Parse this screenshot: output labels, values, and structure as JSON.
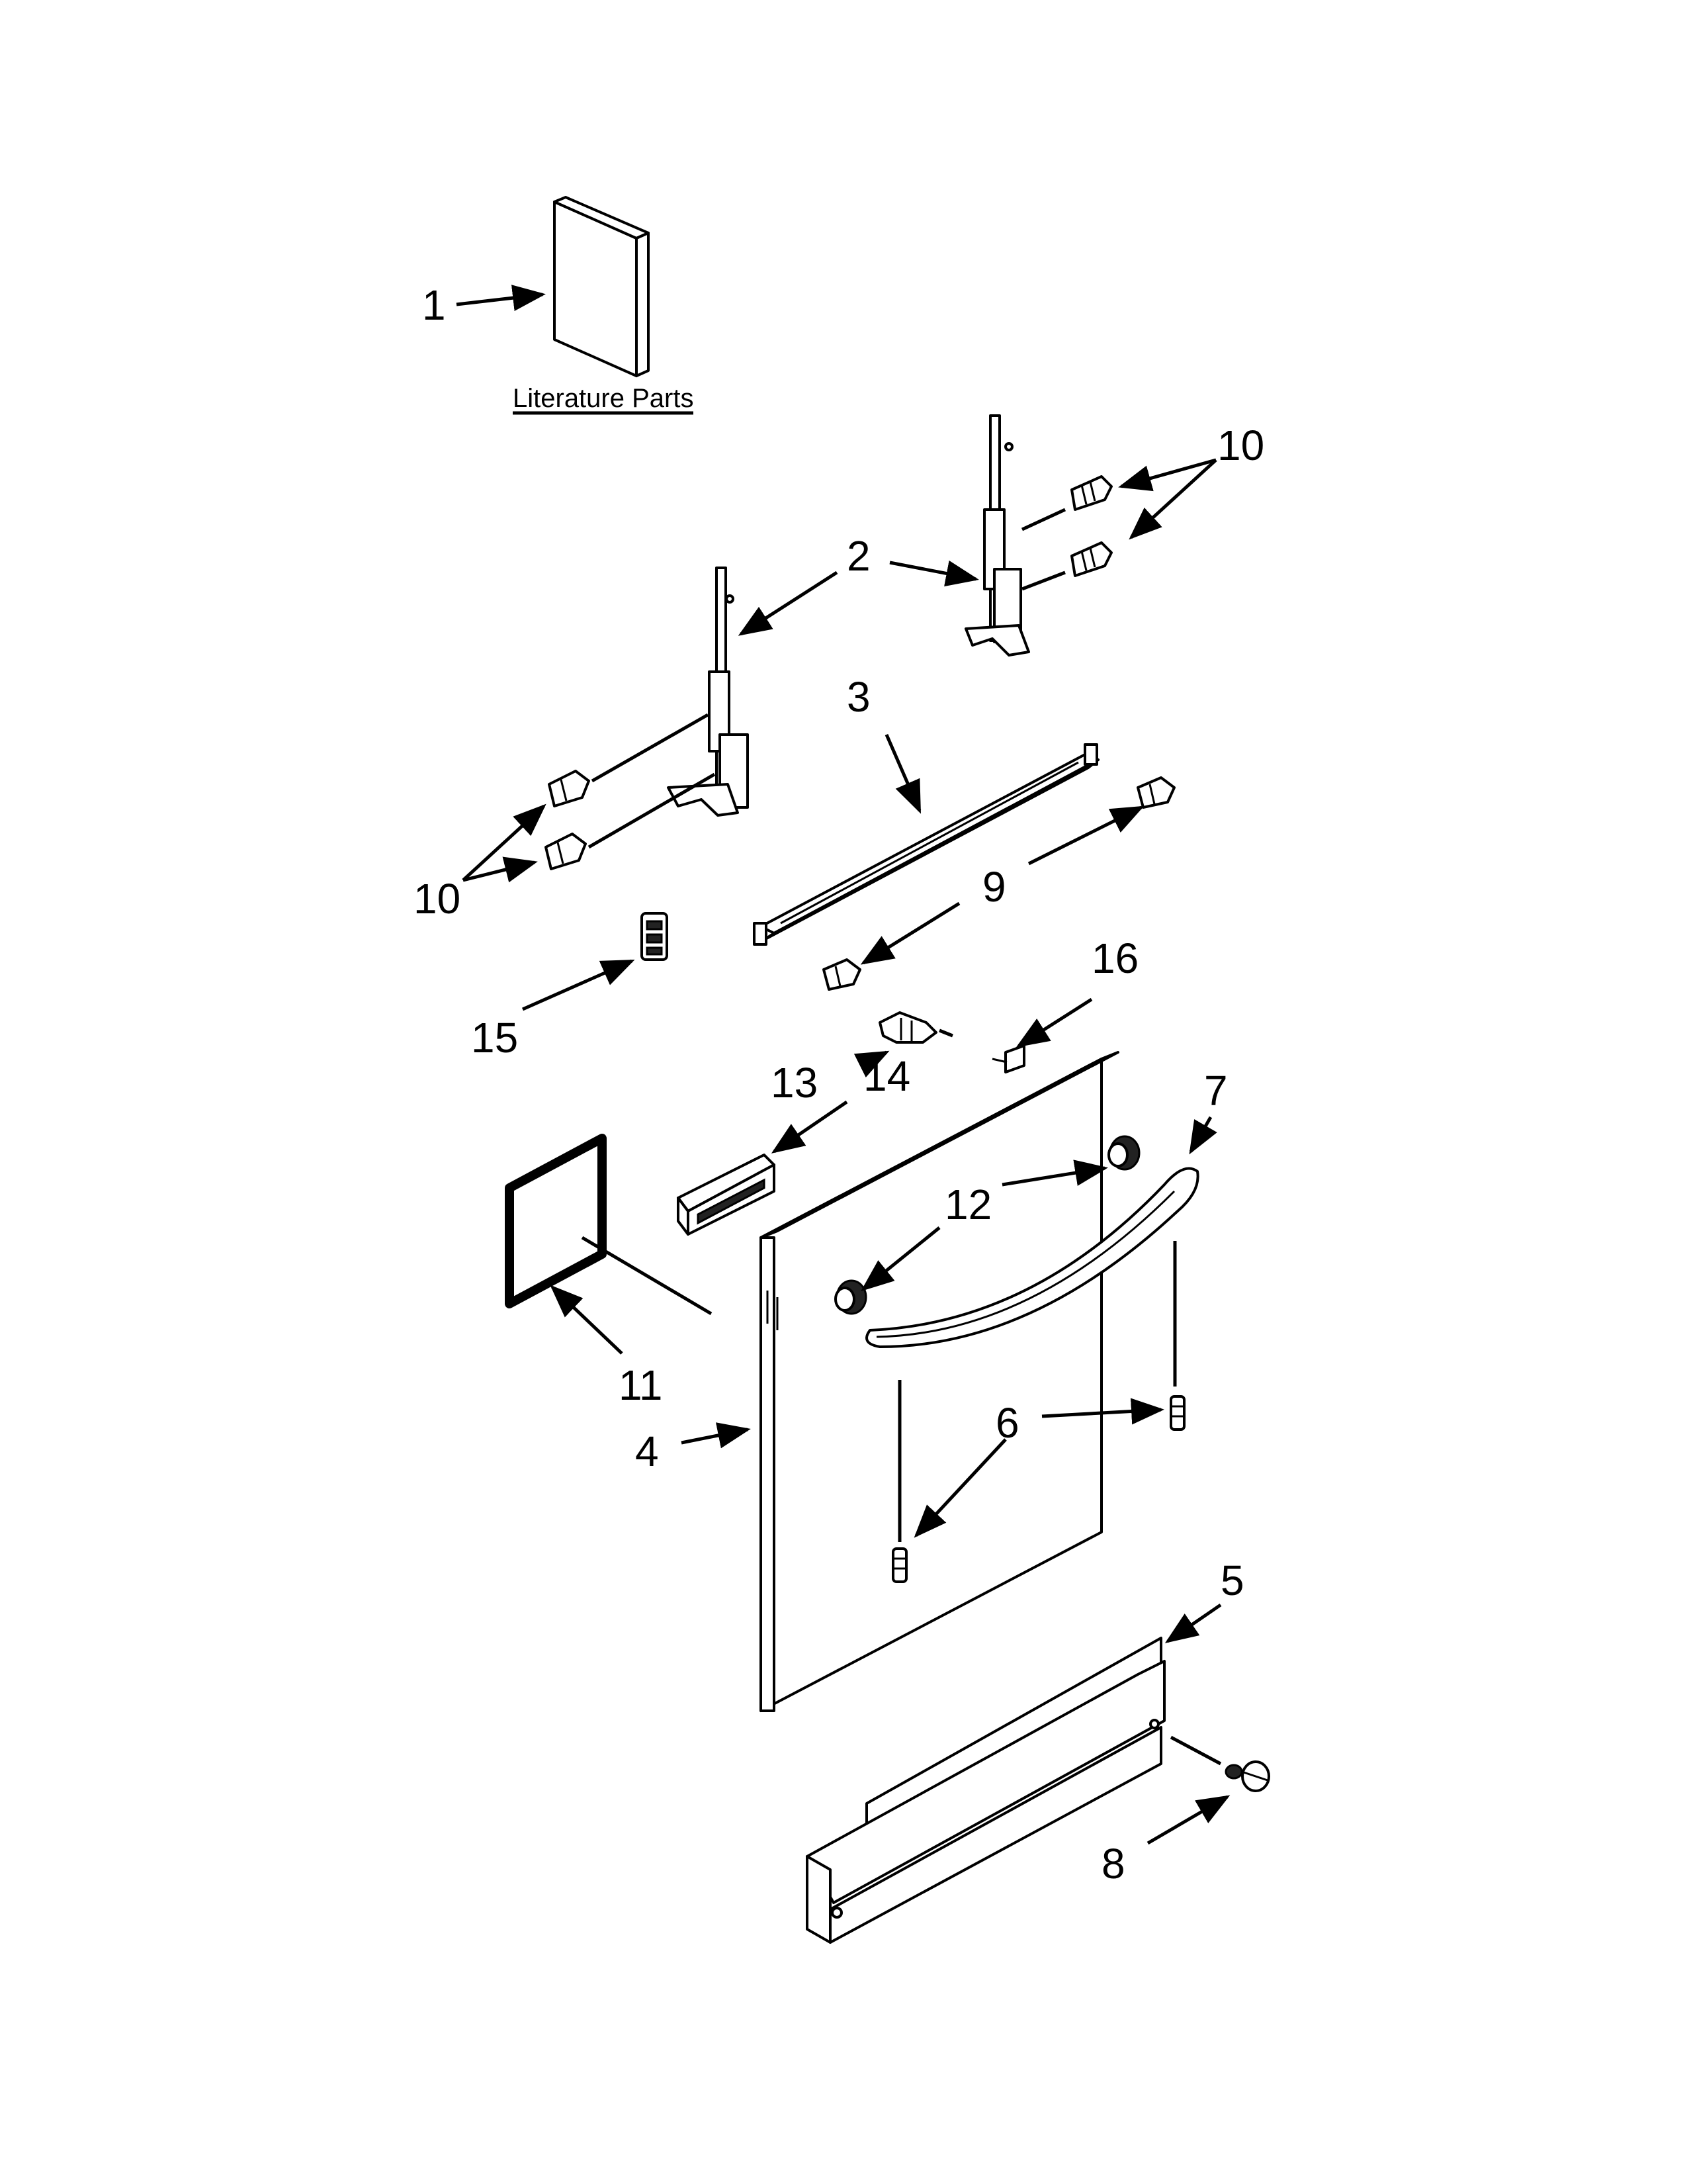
{
  "section_label": "Literature Parts",
  "callouts": {
    "c1": "1",
    "c2": "2",
    "c3": "3",
    "c4": "4",
    "c5": "5",
    "c6": "6",
    "c7": "7",
    "c8": "8",
    "c9": "9",
    "c10_top": "10",
    "c10_left": "10",
    "c11": "11",
    "c12": "12",
    "c13": "13",
    "c14": "14",
    "c15": "15",
    "c16": "16"
  },
  "colors": {
    "line": "#000000",
    "background": "#ffffff"
  }
}
